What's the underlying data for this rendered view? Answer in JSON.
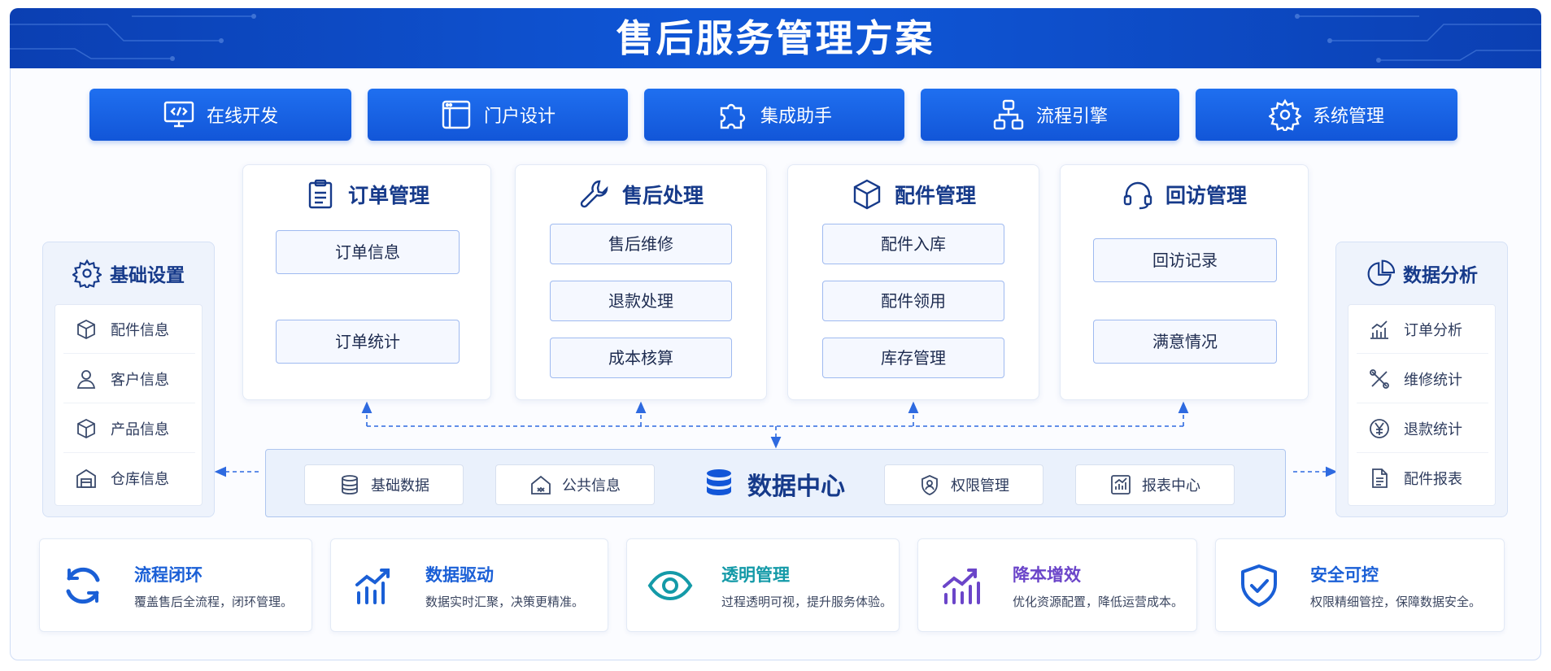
{
  "title": "售后服务管理方案",
  "modules": [
    {
      "label": "在线开发",
      "icon": "code-monitor-icon"
    },
    {
      "label": "门户设计",
      "icon": "browser-window-icon"
    },
    {
      "label": "集成助手",
      "icon": "puzzle-icon"
    },
    {
      "label": "流程引擎",
      "icon": "workflow-icon"
    },
    {
      "label": "系统管理",
      "icon": "gear-icon"
    }
  ],
  "cards": [
    {
      "title": "订单管理",
      "icon": "clipboard-icon",
      "steps": [
        "订单信息",
        "订单统计"
      ]
    },
    {
      "title": "售后处理",
      "icon": "wrench-icon",
      "steps": [
        "售后维修",
        "退款处理",
        "成本核算"
      ]
    },
    {
      "title": "配件管理",
      "icon": "box-icon",
      "steps": [
        "配件入库",
        "配件领用",
        "库存管理"
      ]
    },
    {
      "title": "回访管理",
      "icon": "headset-icon",
      "steps": [
        "回访记录",
        "满意情况"
      ]
    }
  ],
  "left_panel": {
    "title": "基础设置",
    "icon": "gear-icon",
    "items": [
      {
        "label": "配件信息",
        "icon": "box-icon"
      },
      {
        "label": "客户信息",
        "icon": "user-icon"
      },
      {
        "label": "产品信息",
        "icon": "cube-icon"
      },
      {
        "label": "仓库信息",
        "icon": "warehouse-icon"
      }
    ]
  },
  "right_panel": {
    "title": "数据分析",
    "icon": "pie-chart-icon",
    "items": [
      {
        "label": "订单分析",
        "icon": "bar-chart-icon"
      },
      {
        "label": "维修统计",
        "icon": "tools-icon"
      },
      {
        "label": "退款统计",
        "icon": "yen-icon"
      },
      {
        "label": "配件报表",
        "icon": "document-icon"
      }
    ]
  },
  "data_center": {
    "title": "数据中心",
    "icon": "database-icon",
    "items": [
      {
        "label": "基础数据",
        "icon": "database-icon"
      },
      {
        "label": "公共信息",
        "icon": "home-icon"
      },
      {
        "label": "权限管理",
        "icon": "shield-user-icon"
      },
      {
        "label": "报表中心",
        "icon": "report-icon"
      }
    ]
  },
  "features": [
    {
      "title": "流程闭环",
      "desc": "覆盖售后全流程，闭环管理。",
      "color": "#1a5fd6",
      "icon": "cycle-icon"
    },
    {
      "title": "数据驱动",
      "desc": "数据实时汇聚，决策更精准。",
      "color": "#1a5fd6",
      "icon": "trend-chart-icon"
    },
    {
      "title": "透明管理",
      "desc": "过程透明可视，提升服务体验。",
      "color": "#149aa8",
      "icon": "eye-icon"
    },
    {
      "title": "降本增效",
      "desc": "优化资源配置，降低运营成本。",
      "color": "#6b45c9",
      "icon": "growth-chart-icon"
    },
    {
      "title": "安全可控",
      "desc": "权限精细管控，保障数据安全。",
      "color": "#1a5fd6",
      "icon": "shield-check-icon"
    }
  ],
  "colors": {
    "primary": "#1256d8",
    "header": "#0b3fb2",
    "teal": "#149aa8",
    "purple": "#6b45c9"
  }
}
